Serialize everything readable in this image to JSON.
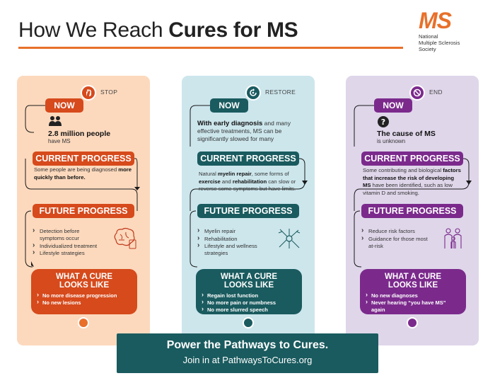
{
  "header": {
    "title_prefix": "How We Reach ",
    "title_bold": "Cures for MS"
  },
  "logo": {
    "mark": "MS",
    "line1": "National",
    "line2": "Multiple Sclerosis",
    "line3": "Society"
  },
  "colors": {
    "stop_accent": "#d64a1c",
    "restore_accent": "#1a5b5f",
    "end_accent": "#7b2a8c",
    "stop_bg": "#fcd9bd",
    "restore_bg": "#cce6ec",
    "end_bg": "#dfd6ea",
    "header_rule": "#e8702a"
  },
  "columns": {
    "stop": {
      "label": "STOP",
      "icon": "hand-icon",
      "now_label": "NOW",
      "now_title": "2.8 million people",
      "now_sub": "have MS",
      "current_label": "CURRENT PROGRESS",
      "current_text_1": "Some people are being diagnosed ",
      "current_text_bold": "more quickly than before.",
      "future_label": "FUTURE PROGRESS",
      "future_items": [
        "Detection before symptoms occur",
        "Individualized treatment",
        "Lifestyle strategies"
      ],
      "cure_title_1": "WHAT A CURE",
      "cure_title_2": "LOOKS LIKE",
      "cure_items": [
        "No more disease progression",
        "No new lesions"
      ]
    },
    "restore": {
      "label": "RESTORE",
      "icon": "restore-icon",
      "now_label": "NOW",
      "now_bold": "With early diagnosis",
      "now_rest": " and many effective treatments, MS can be significantly slowed for many",
      "current_label": "CURRENT PROGRESS",
      "current_1": "Natural ",
      "current_b1": "myelin repair",
      "current_2": ", some forms of ",
      "current_b2": "exercise",
      "current_3": " and ",
      "current_b3": "rehabilitation",
      "current_4": " can slow or reverse some symptoms but have limits.",
      "future_label": "FUTURE PROGRESS",
      "future_items": [
        "Myelin repair",
        "Rehabilitation",
        "Lifestyle and wellness strategies"
      ],
      "cure_title_1": "WHAT A CURE",
      "cure_title_2": "LOOKS LIKE",
      "cure_items": [
        "Regain lost function",
        "No more pain or numbness",
        "No more slurred speech"
      ]
    },
    "end": {
      "label": "END",
      "icon": "no-entry-icon",
      "now_label": "NOW",
      "now_title": "The cause of MS",
      "now_sub": "is unknown",
      "current_label": "CURRENT PROGRESS",
      "current_1": "Some contributing and biological ",
      "current_b1": "factors that increase the risk of developing MS",
      "current_2": " have been identified, such as low vitamin D and smoking.",
      "future_label": "FUTURE PROGRESS",
      "future_items": [
        "Reduce risk factors",
        "Guidance for those most at-risk"
      ],
      "cure_title_1": "WHAT A CURE",
      "cure_title_2": "LOOKS LIKE",
      "cure_items": [
        "No new diagnoses",
        "Never hearing “you have MS” again"
      ]
    }
  },
  "cta": {
    "title": "Power the Pathways to Cures.",
    "subtitle": "Join in at PathwaysToCures.org"
  }
}
